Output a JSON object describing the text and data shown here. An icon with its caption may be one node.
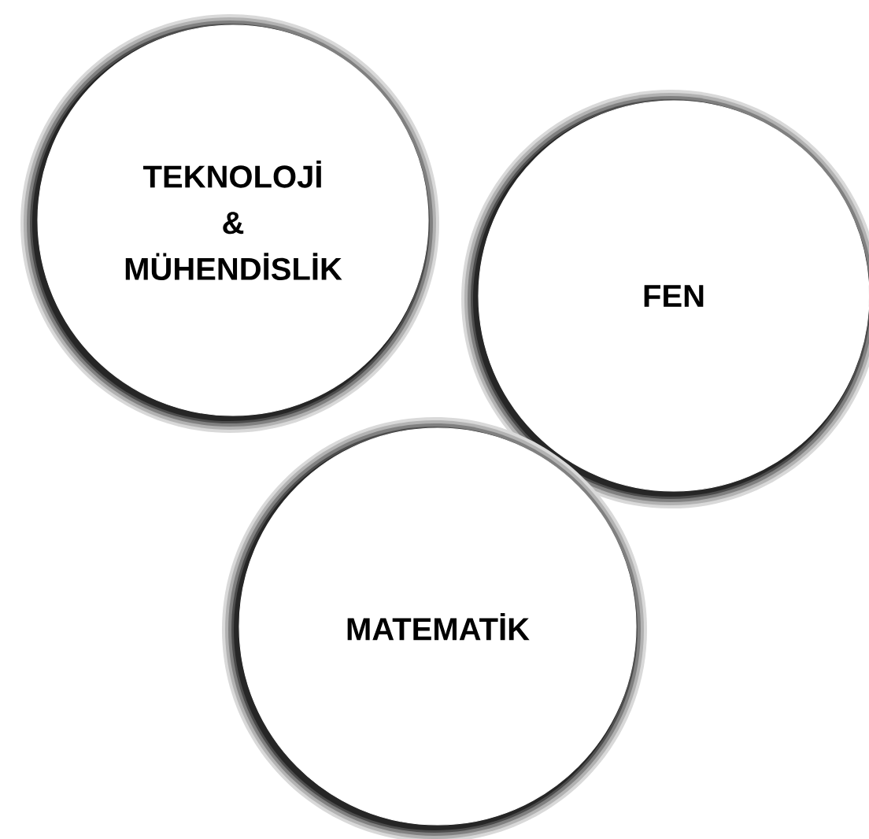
{
  "diagram": {
    "nodes": [
      {
        "text": [
          "TEKNOLOJİ & MÜHENDİSLİK"
        ]
      },
      {
        "text": [
          "FEN"
        ]
      },
      {
        "text": [
          "MATEMATİK"
        ]
      }
    ]
  }
}
